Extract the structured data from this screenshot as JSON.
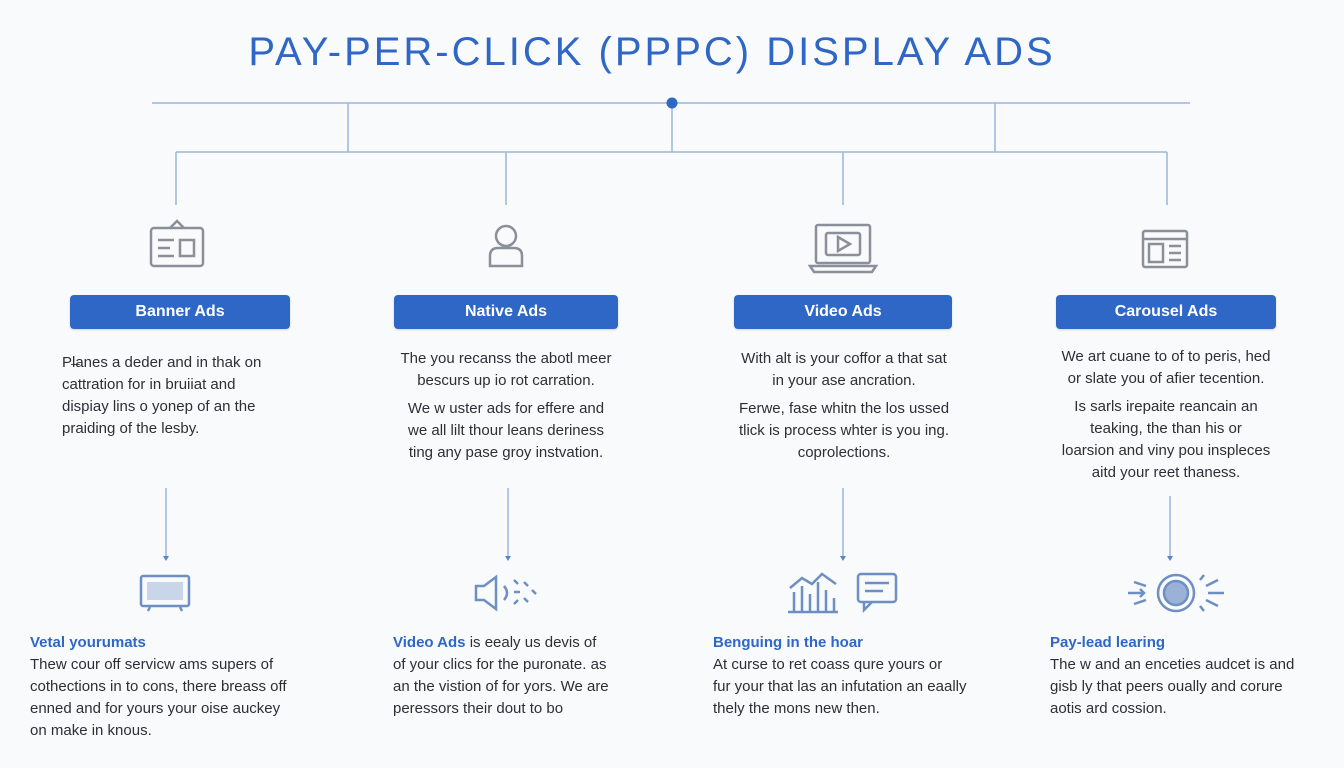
{
  "title": "PAY-PER-CLICK (PPPC) DISPLAY ADS",
  "columns": [
    {
      "label": "Banner Ads",
      "top_icon": "id-card-icon",
      "desc": [
        "Pl̶anes a deder and in thak on",
        "cattration for in bruiiat and",
        "dispiay lins o yonep of an the",
        "praiding of the lesby."
      ],
      "bottom_icon": "monitor-icon",
      "bottom_title": "Vetal yourumats",
      "bottom_text": [
        "Thew cour off servicw ams supers of",
        "cothections in to cons, there breass off",
        "enned and for yours your oise auckey",
        "on make in knous."
      ]
    },
    {
      "label": "Native Ads",
      "top_icon": "user-icon",
      "desc": [
        "The you recanss the abotl meer",
        "bescurs up io rot carration.",
        "",
        "We w uster ads for effere and",
        "we all lilt thour leans deriness",
        "ting any pase groy instvation."
      ],
      "bottom_icon": "megaphone-icon",
      "bottom_title": "Video  Ads",
      "bottom_title_rest": " is eealy us devis of",
      "bottom_text": [
        "of your clics for the puronate. as",
        "an the vistion of for yors. We are",
        "peressors their dout to bo"
      ]
    },
    {
      "label": "Video Ads",
      "top_icon": "laptop-play-icon",
      "desc": [
        "With alt is your coffor a that sat",
        "in your ase ancration.",
        "",
        "Ferwe, fase whitn the los ussed",
        "tlick is process whter is you ing.",
        "coprolections."
      ],
      "bottom_icon": "chart-chat-icon",
      "bottom_title": "Benguing in the hoar",
      "bottom_text": [
        "At curse to ret coass qure yours or",
        "fur your that las an infutation an eaally",
        "thely the mons new then."
      ]
    },
    {
      "label": "Carousel Ads",
      "top_icon": "carousel-icon",
      "desc": [
        "We art cuane to of to peris, hed",
        "or slate you of afier tecention.",
        "",
        "Is sarls irepaite reancain an",
        "teaking, the than his or",
        "loarsion and viny pou inspleces",
        "aitd your reet thaness."
      ],
      "bottom_icon": "target-signal-icon",
      "bottom_title": "Pay-lead learing",
      "bottom_text": [
        "The w and an enceties audcet is and",
        "gisb ly that peers oually and corure",
        "aotis ard cossion."
      ]
    }
  ],
  "colors": {
    "accent": "#2f67c7",
    "line": "#9bb7d9",
    "icon": "#8a8f99"
  }
}
